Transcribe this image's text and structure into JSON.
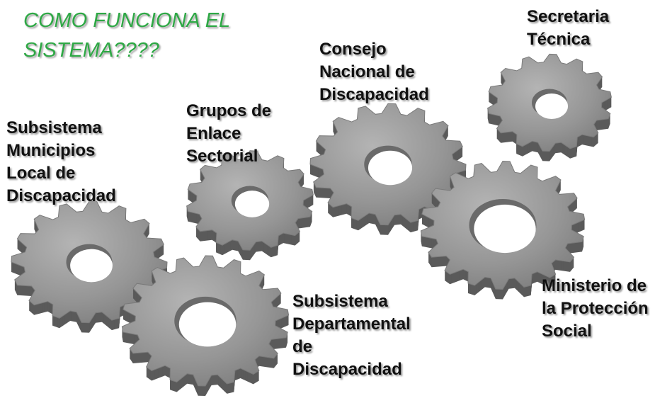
{
  "title": {
    "line1": "COMO FUNCIONA EL",
    "line2": "SISTEMA????"
  },
  "labels": {
    "secretaria": [
      "Secretaria",
      "Técnica"
    ],
    "consejo": [
      "Consejo",
      "Nacional de",
      "Discapacidad"
    ],
    "grupos": [
      "Grupos de",
      "Enlace",
      "Sectorial"
    ],
    "municipios": [
      "Subsistema",
      "Municipios",
      "Local de",
      "Discapacidad"
    ],
    "departamental": [
      "Subsistema",
      "Departamental",
      "de",
      "Discapacidad"
    ],
    "ministerio": [
      "Ministerio de",
      "la Protección",
      "Social"
    ]
  },
  "colors": {
    "title": "#2ea845",
    "gear_face": "#8f8f8f",
    "gear_side": "#5a5a5a",
    "label_text": "#111111"
  }
}
